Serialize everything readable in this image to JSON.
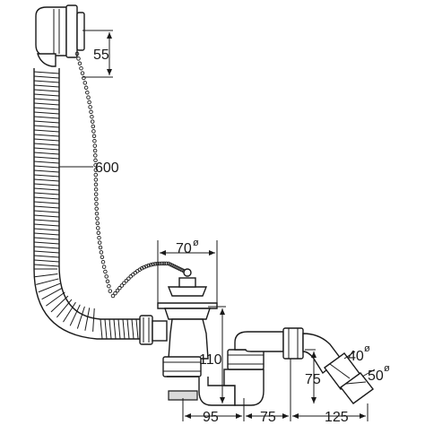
{
  "dimensions": {
    "overflow_depth": "55",
    "hose_length": "600",
    "plug_diameter": "70",
    "trap_height": "110",
    "outlet_height": "75",
    "spacing_left": "95",
    "spacing_middle": "75",
    "spacing_right": "125",
    "outlet_pipe_diameter_1": "40",
    "outlet_pipe_diameter_2": "50",
    "diameter_symbol": "ø"
  },
  "colors": {
    "line": "#1a1a1a",
    "shade": "#d9d9d9",
    "background": "#ffffff"
  }
}
